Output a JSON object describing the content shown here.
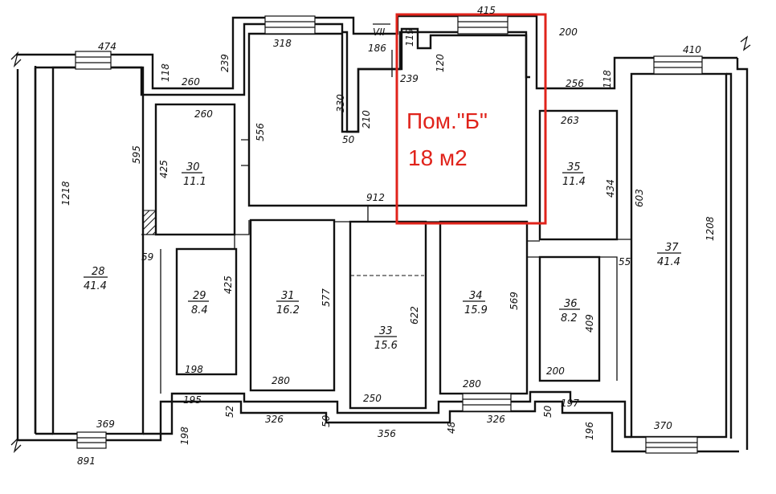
{
  "highlight": {
    "line1": "Пом.\"Б\"",
    "line2": "18  м2",
    "color": "#e0231b"
  },
  "rooms": [
    {
      "id": "28",
      "number": "28",
      "area": "41.4"
    },
    {
      "id": "29",
      "number": "29",
      "area": "8.4"
    },
    {
      "id": "30",
      "number": "30",
      "area": "11.1"
    },
    {
      "id": "31",
      "number": "31",
      "area": "16.2"
    },
    {
      "id": "33",
      "number": "33",
      "area": "15.6"
    },
    {
      "id": "34",
      "number": "34",
      "area": "15.9"
    },
    {
      "id": "35",
      "number": "35",
      "area": "11.4"
    },
    {
      "id": "36",
      "number": "36",
      "area": "8.2"
    },
    {
      "id": "37",
      "number": "37",
      "area": "41.4"
    }
  ],
  "section_mark": "VII",
  "dimensions": {
    "d_474": "474",
    "d_118a": "118",
    "d_239": "239",
    "d_260a": "260",
    "d_318": "318",
    "d_186": "186",
    "d_119": "119",
    "d_415": "415",
    "d_120": "120",
    "d_239b": "239",
    "d_330": "330",
    "d_210": "210",
    "d_50a": "50",
    "d_556": "556",
    "d_260b": "260",
    "d_425a": "425",
    "d_595": "595",
    "d_1218": "1218",
    "d_912": "912",
    "d_59": "59",
    "d_425b": "425",
    "d_577": "577",
    "d_622": "622",
    "d_569": "569",
    "d_280a": "280",
    "d_280b": "280",
    "d_250": "250",
    "d_198a": "198",
    "d_369": "369",
    "d_195": "195",
    "d_52": "52",
    "d_326a": "326",
    "d_50b": "50",
    "d_356": "356",
    "d_48": "48",
    "d_326b": "326",
    "d_50c": "50",
    "d_197": "197",
    "d_196": "196",
    "d_370": "370",
    "d_891": "891",
    "d_198b": "198",
    "d_200a": "200",
    "d_256": "256",
    "d_118b": "118",
    "d_263": "263",
    "d_434": "434",
    "d_603": "603",
    "d_55": "55",
    "d_409": "409",
    "d_200b": "200",
    "d_410": "410",
    "d_1208": "1208"
  }
}
